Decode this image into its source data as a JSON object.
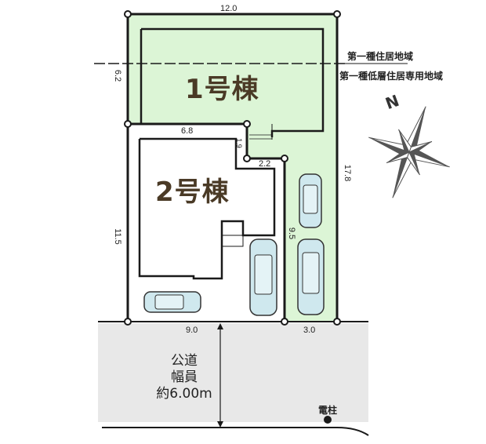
{
  "colors": {
    "lot_fill": "#dcf5d6",
    "road_fill": "#e8e8e8",
    "line": "#1a1a1a",
    "building_label": "#4a3a26",
    "car_glass": "#cfe8ee"
  },
  "buildings": [
    {
      "id": 1,
      "label": "1号棟"
    },
    {
      "id": 2,
      "label": "2号棟"
    }
  ],
  "dimensions": {
    "top_width": "12.0",
    "left_upper": "6.2",
    "right_full": "17.8",
    "lot2_top": "6.8",
    "step_small": "1.9",
    "step_width": "2.2",
    "lot2_left": "11.5",
    "driveway_height": "9.5",
    "bottom_left": "9.0",
    "bottom_right": "3.0"
  },
  "zoning": {
    "upper": "第一種住居地域",
    "lower": "第一種低層住居専用地域"
  },
  "road": {
    "line1": "公道",
    "line2": "幅員",
    "line3": "約6.00m"
  },
  "utility_pole": {
    "label": "電柱"
  },
  "compass": {
    "north_label": "N",
    "icon": "compass-rose-icon"
  },
  "cars": [
    {
      "id": "car-lot2-horizontal",
      "orientation": "horizontal"
    },
    {
      "id": "car-lot2-vertical",
      "orientation": "vertical"
    },
    {
      "id": "car-lot1-upper",
      "orientation": "vertical"
    },
    {
      "id": "car-lot1-lower",
      "orientation": "vertical"
    }
  ]
}
